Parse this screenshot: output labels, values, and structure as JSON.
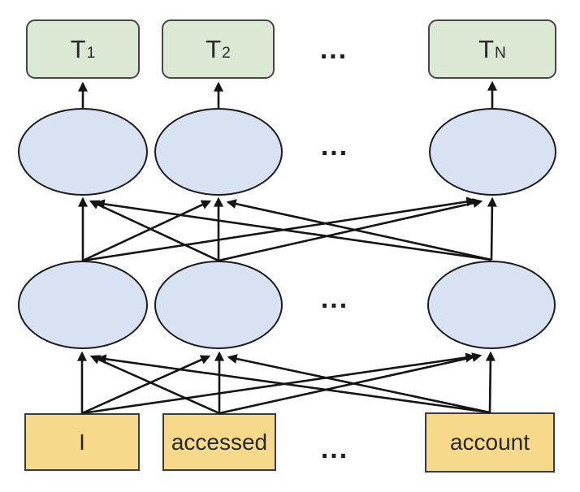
{
  "colors": {
    "background": "#ffffff",
    "output_box_fill": "#dbe8d3",
    "output_box_border": "#474747",
    "hidden_node_fill": "#d9e2f2",
    "hidden_node_border": "#1c1c1c",
    "input_box_fill": "#f6d98a",
    "input_box_border": "#3c3c3c",
    "arrow_color": "#141414",
    "text_color": "#282828"
  },
  "output_layer": {
    "boxes": [
      {
        "base": "T",
        "sub": "1"
      },
      {
        "base": "T",
        "sub": "2"
      },
      {
        "base": "T",
        "sub": "N"
      }
    ],
    "ellipsis": "..."
  },
  "hidden_layer_2": {
    "ellipsis": "..."
  },
  "hidden_layer_1": {
    "ellipsis": "..."
  },
  "input_layer": {
    "words": [
      "I",
      "accessed",
      "account"
    ],
    "ellipsis": "..."
  }
}
